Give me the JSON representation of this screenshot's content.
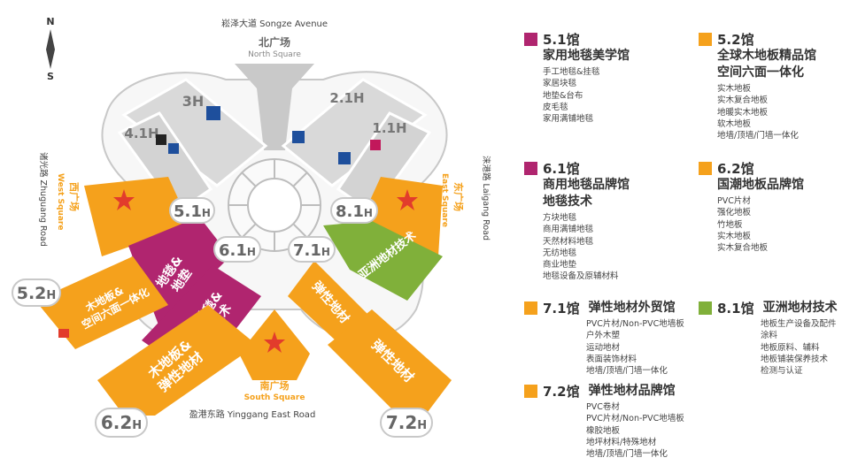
{
  "compass": {
    "north": "N",
    "south": "S"
  },
  "streets": {
    "north": "崧泽大道 Songze Avenue",
    "south": "盈港东路 Yinggang East Road",
    "west": "诸光路 Zhuguang Road",
    "east": "涞港路 Laigang Road"
  },
  "squares": {
    "north": {
      "cn": "北广场",
      "en": "North Square"
    },
    "south": {
      "cn": "南广场",
      "en": "South Square"
    },
    "west": {
      "cn": "西广场",
      "en": "West Square"
    },
    "east": {
      "cn": "东广场",
      "en": "East Square"
    }
  },
  "hall_labels": {
    "h3": "3H",
    "h21": "2.1H",
    "h41": "4.1H",
    "h11": "1.1H",
    "h51": {
      "num": "5.1",
      "h": "H"
    },
    "h81": {
      "num": "8.1",
      "h": "H"
    },
    "h61": {
      "num": "6.1",
      "h": "H"
    },
    "h71": {
      "num": "7.1",
      "h": "H"
    },
    "h52": {
      "num": "5.2",
      "h": "H"
    },
    "h62": {
      "num": "6.2",
      "h": "H"
    },
    "h72": {
      "num": "7.2",
      "h": "H"
    }
  },
  "hall_names": {
    "h52": [
      "木地板&",
      "空间六面一体化"
    ],
    "h51": [
      "地毯&",
      "地垫"
    ],
    "h61": [
      "地毯&",
      "技术"
    ],
    "h62": [
      "木地板&",
      "弹性地材"
    ],
    "h71": [
      "弹性地材"
    ],
    "h72": [
      "弹性地材"
    ],
    "h81": [
      "亚洲地材技术"
    ]
  },
  "colors": {
    "purple": "#b0256f",
    "orange": "#f5a11c",
    "green": "#80b03a",
    "red": "#e23c2c",
    "grey_building": "#d8d8d8",
    "outline": "#bdbdbd"
  },
  "legend": [
    {
      "code": "5.1馆",
      "color": "#b0256f",
      "title": [
        "家用地毯美学馆"
      ],
      "items": [
        "手工地毯&挂毯",
        "家居块毯",
        "地垫&台布",
        "皮毛毯",
        "家用满铺地毯"
      ]
    },
    {
      "code": "5.2馆",
      "color": "#f5a11c",
      "title": [
        "全球木地板精品馆",
        "空间六面一体化"
      ],
      "items": [
        "实木地板",
        "实木复合地板",
        "地暖实木地板",
        "软木地板",
        "地墙/顶墙/门墙一体化"
      ]
    },
    {
      "code": "6.1馆",
      "color": "#b0256f",
      "title": [
        "商用地毯品牌馆",
        "地毯技术"
      ],
      "items": [
        "方块地毯",
        "商用满铺地毯",
        "天然材料地毯",
        "无纺地毯",
        "商业地垫",
        "地毯设备及原辅材料"
      ]
    },
    {
      "code": "6.2馆",
      "color": "#f5a11c",
      "title": [
        "国潮地板品牌馆"
      ],
      "items": [
        "PVC片材",
        "强化地板",
        "竹地板",
        "实木地板",
        "实木复合地板"
      ]
    },
    {
      "code": "7.1馆",
      "color": "#f5a11c",
      "title": [
        "弹性地材外贸馆"
      ],
      "items": [
        "PVC片材/Non-PVC地墙板",
        "户外木塑",
        "运动地材",
        "表面装饰材料",
        "地墙/顶墙/门墙一体化"
      ]
    },
    {
      "code": "8.1馆",
      "color": "#80b03a",
      "title": [
        "亚洲地材技术"
      ],
      "items": [
        "地板生产设备及配件",
        "涂料",
        "地板原料、辅料",
        "地板铺装保养技术",
        "检测与认证"
      ]
    },
    {
      "code": "7.2馆",
      "color": "#f5a11c",
      "title": [
        "弹性地材品牌馆"
      ],
      "items": [
        "PVC卷材",
        "PVC片材/Non-PVC地墙板",
        "橡胶地板",
        "地坪材料/特殊地材",
        "地墙/顶墙/门墙一体化"
      ]
    }
  ]
}
